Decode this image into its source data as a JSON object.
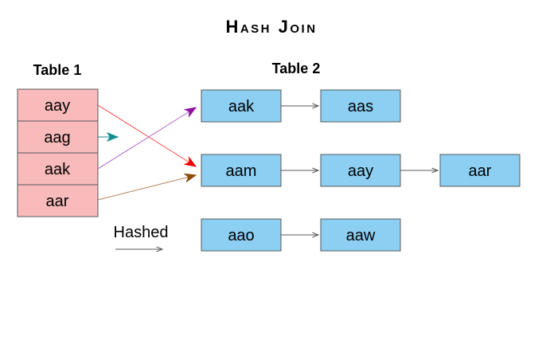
{
  "title": "Hash Join",
  "table1": {
    "label": "Table 1",
    "rows": [
      "aay",
      "aag",
      "aak",
      "aar"
    ]
  },
  "table2": {
    "label": "Table 2",
    "chains": [
      [
        "aak",
        "aas"
      ],
      [
        "aam",
        "aay",
        "aar"
      ],
      [
        "aao",
        "aaw"
      ]
    ]
  },
  "legend": {
    "hashed_label": "Hashed"
  },
  "links": [
    {
      "source": "aay",
      "target": "aam",
      "color": "#f00000"
    },
    {
      "source": "aag",
      "target": "",
      "color": "#0f8f8f"
    },
    {
      "source": "aak",
      "target": "aak",
      "color": "#8f0f9f"
    },
    {
      "source": "aar",
      "target": "aam",
      "color": "#8a4b08"
    }
  ],
  "colors": {
    "background": "#ffffff",
    "pink_fill": "#f8baba",
    "blue_fill": "#8ccff3",
    "box_border": "#585858",
    "connector": "#5a5a5a",
    "red_line": "#ff4a4a",
    "red_head": "#f00000",
    "purple_line": "#b266cc",
    "purple_head": "#8f0f9f",
    "teal_line": "#0f8f8f",
    "teal_head": "#0f8f8f",
    "brown_line": "#b5835a",
    "brown_head": "#8a4b08"
  }
}
